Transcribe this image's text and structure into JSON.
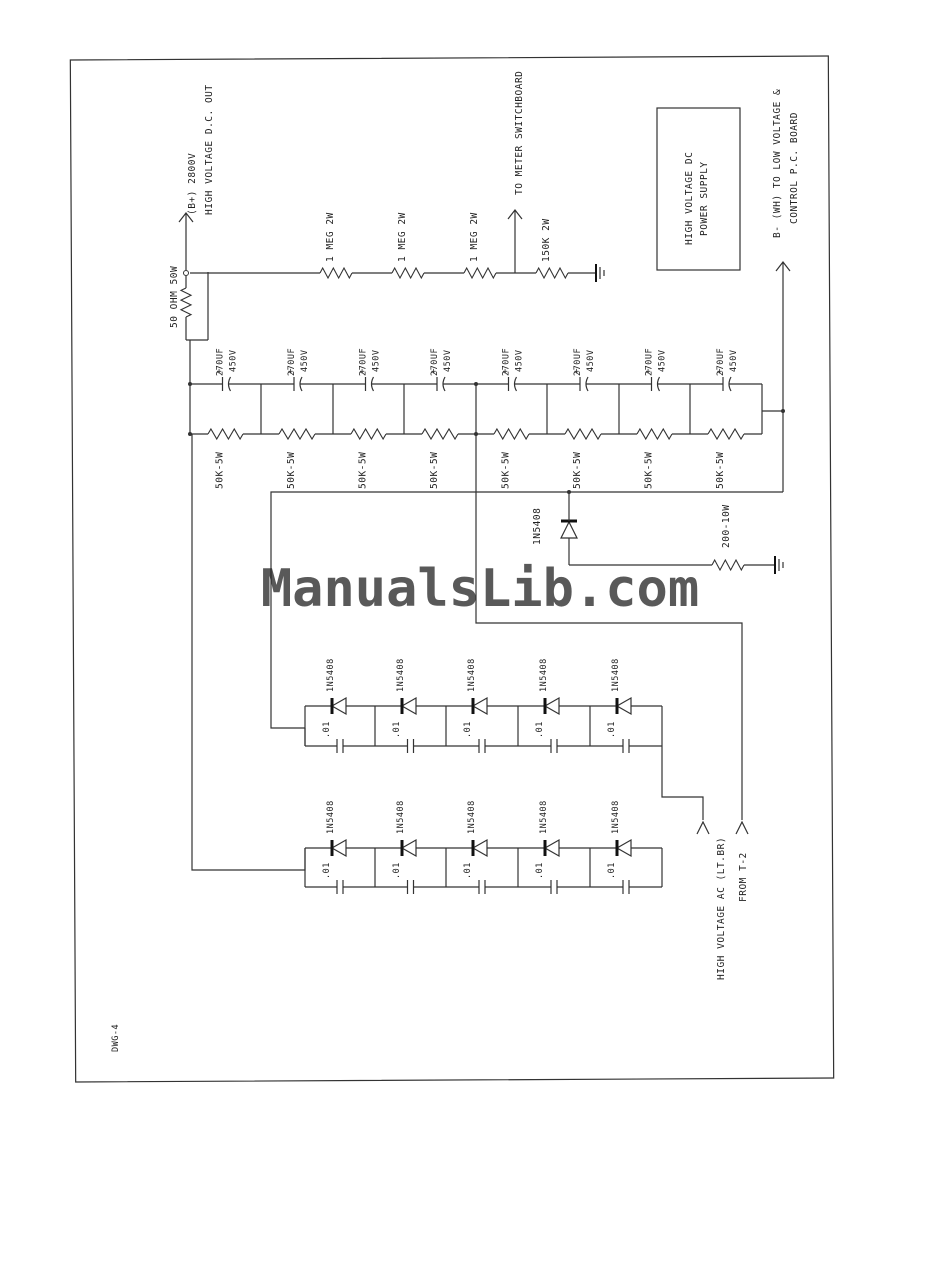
{
  "watermark": "ManualsLib.com",
  "drawing_id": "DWG-4",
  "title_box": {
    "line1": "HIGH VOLTAGE DC",
    "line2": "POWER SUPPLY"
  },
  "outputs": {
    "hv_label1": "(B+) 2800V",
    "hv_label2": "HIGH VOLTAGE D.C. OUT",
    "meter_label": "TO METER SWITCHBOARD",
    "bminus_label1": "B- (WH) TO LOW VOLTAGE &",
    "bminus_label2": "CONTROL P.C. BOARD"
  },
  "inputs": {
    "ac_label": "HIGH VOLTAGE AC (LT.BR)",
    "from_label": "FROM T-2"
  },
  "components": {
    "surge_resistor": "50 OHM 50W",
    "divider": [
      "1 MEG 2W",
      "1 MEG 2W",
      "1 MEG 2W",
      "150K 2W"
    ],
    "filter_cap_value": "270UF",
    "filter_cap_voltage": "450V",
    "cap_plus": "+",
    "bleeder": "50K-5W",
    "diode": "1N5408",
    "small_cap": ".01",
    "ground_resistor": "200-10W"
  }
}
